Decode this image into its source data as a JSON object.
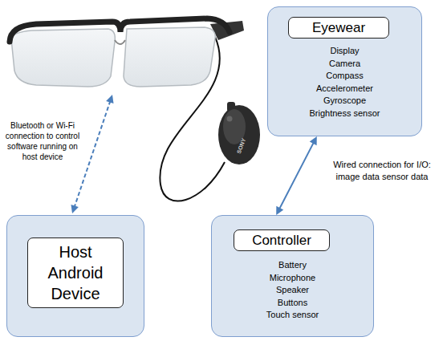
{
  "diagram": {
    "nodes": [
      {
        "text": [
          "Display",
          "Camera",
          "Compass",
          "Accelerometer",
          "Gyroscope",
          "Brightness sensor"
        ]
      },
      {
        "text": [
          "Eyewear"
        ],
        "in": 0
      },
      {
        "text": []
      },
      {
        "text": [
          "Host Android Device"
        ],
        "in": 2
      },
      {
        "text": [
          "Battery",
          "Microphone",
          "Speaker",
          "Buttons",
          "Touch sensor"
        ]
      },
      {
        "text": [
          "Controller"
        ],
        "in": 4
      }
    ],
    "edges": [
      {
        "from": 0,
        "to": 4,
        "arrow": "both",
        "label": "Wired connection for I/O: image data sensor data"
      }
    ],
    "labels": [
      "Bluetooth or Wi-Fi connection to control software running on host device",
      "SONY"
    ]
  }
}
